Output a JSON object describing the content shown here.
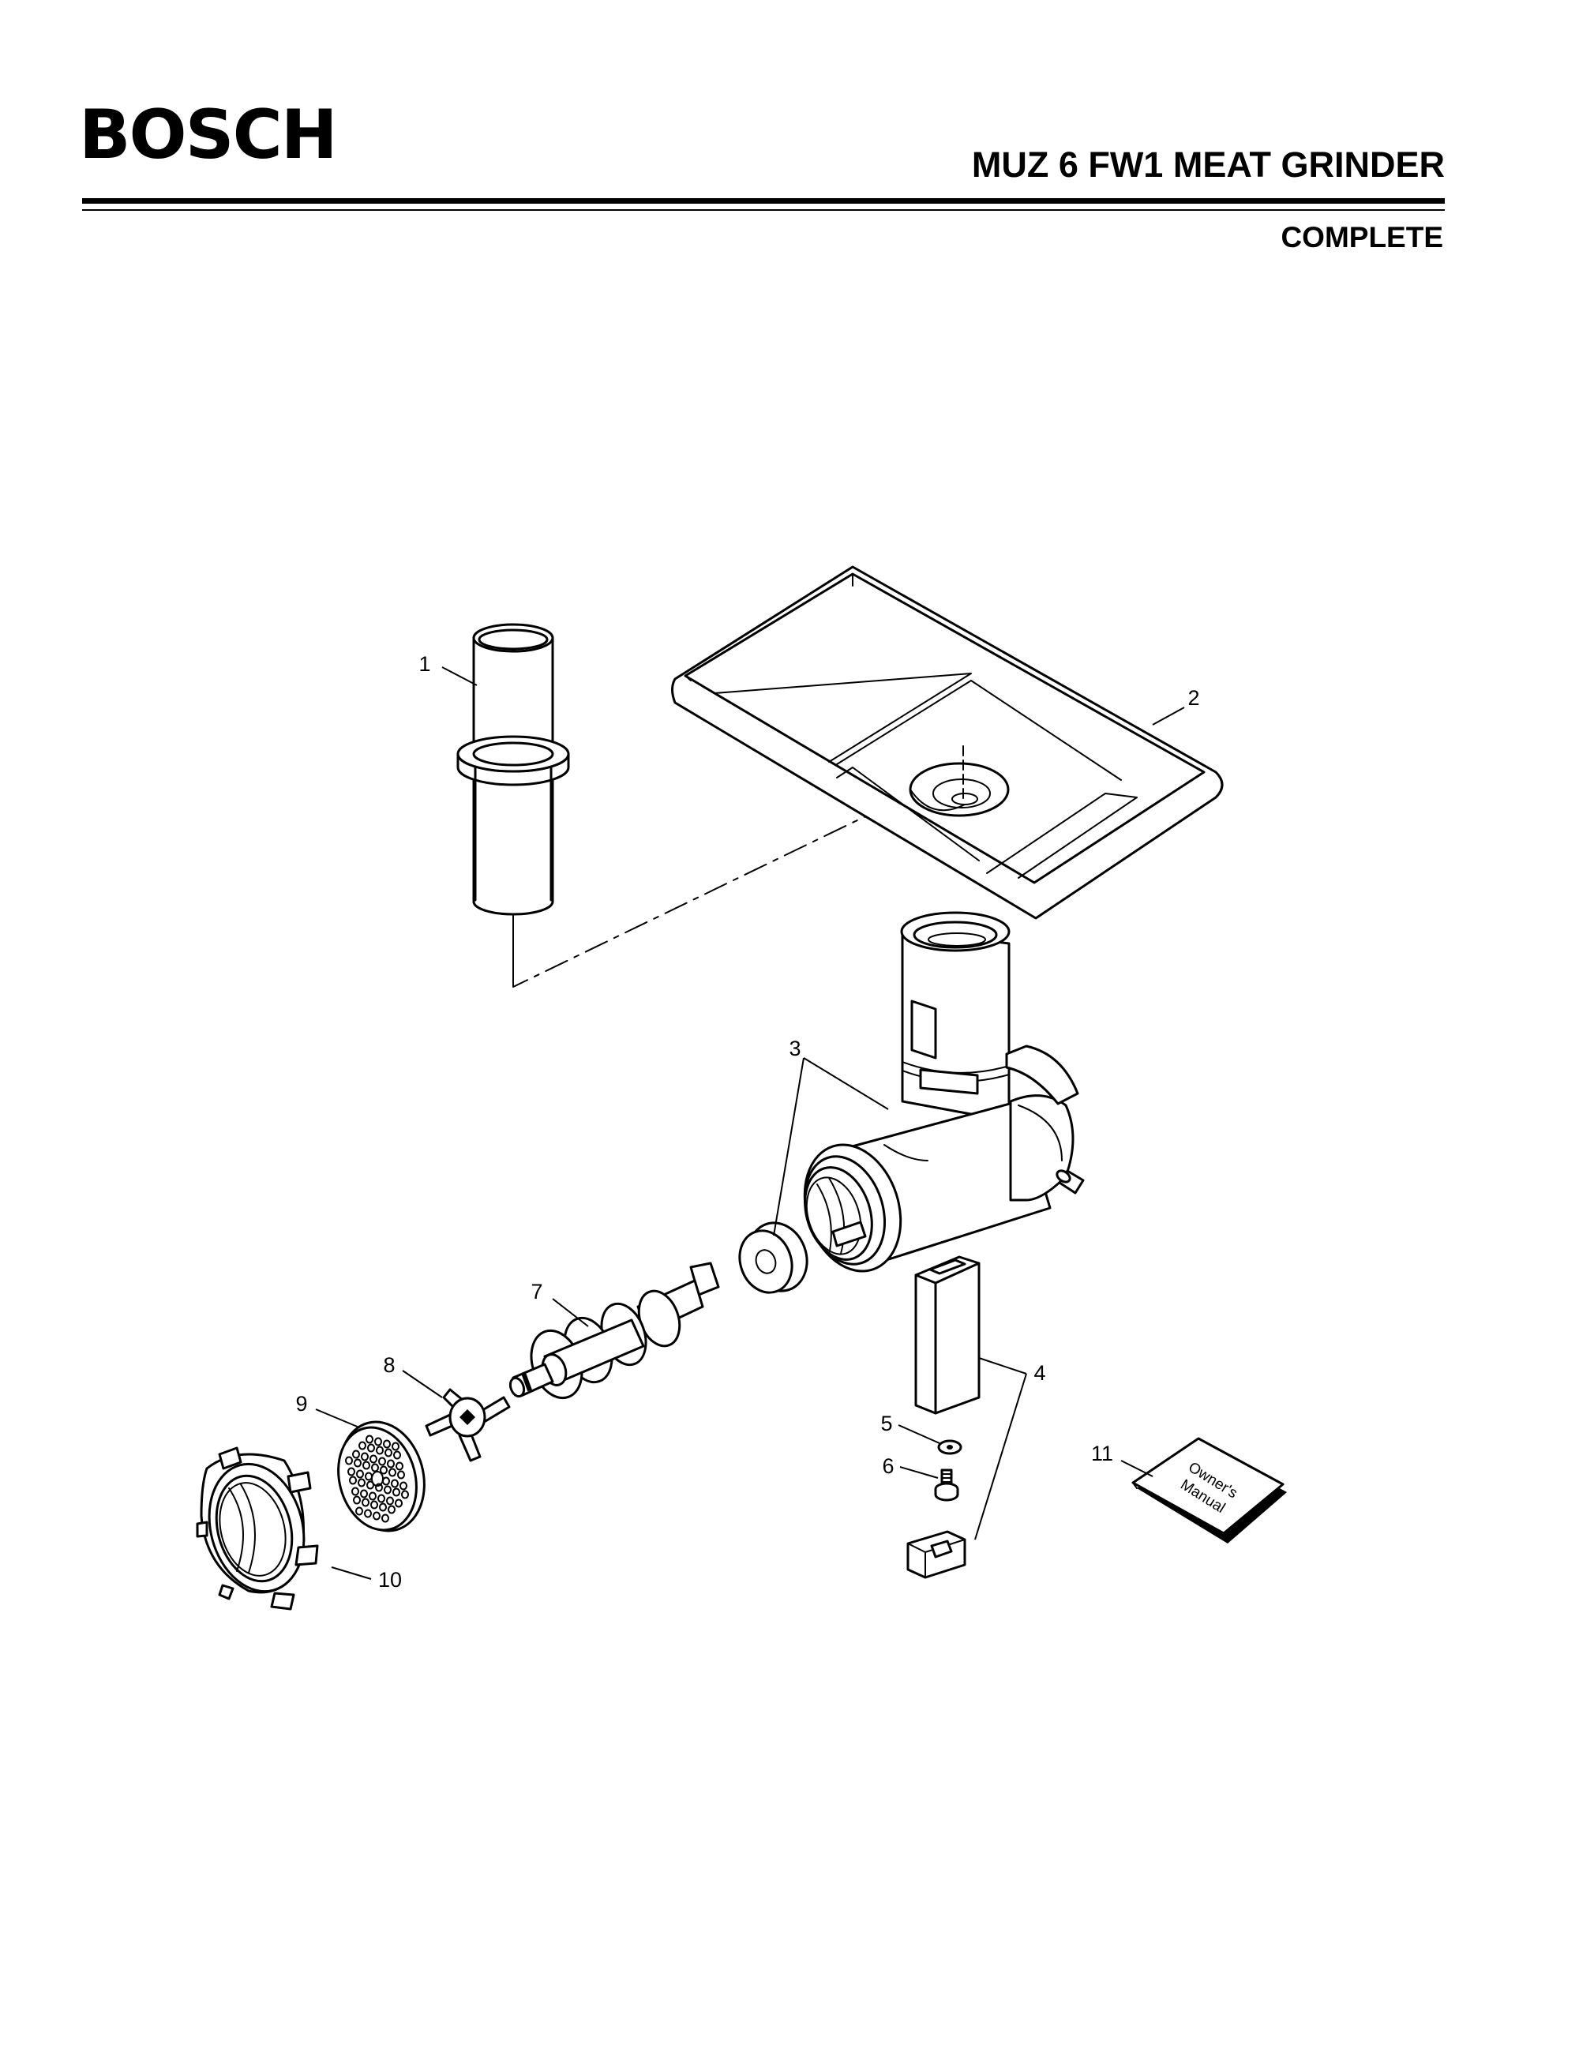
{
  "header": {
    "brand": "BOSCH",
    "title": "MUZ 6 FW1 MEAT GRINDER",
    "subtitle": "COMPLETE"
  },
  "callouts": [
    {
      "id": "1",
      "label": "1"
    },
    {
      "id": "2",
      "label": "2"
    },
    {
      "id": "3",
      "label": "3"
    },
    {
      "id": "4",
      "label": "4"
    },
    {
      "id": "5",
      "label": "5"
    },
    {
      "id": "6",
      "label": "6"
    },
    {
      "id": "7",
      "label": "7"
    },
    {
      "id": "8",
      "label": "8"
    },
    {
      "id": "9",
      "label": "9"
    },
    {
      "id": "10",
      "label": "10"
    },
    {
      "id": "11",
      "label": "11"
    }
  ],
  "manual": {
    "line1": "Owner's",
    "line2": "Manual"
  }
}
